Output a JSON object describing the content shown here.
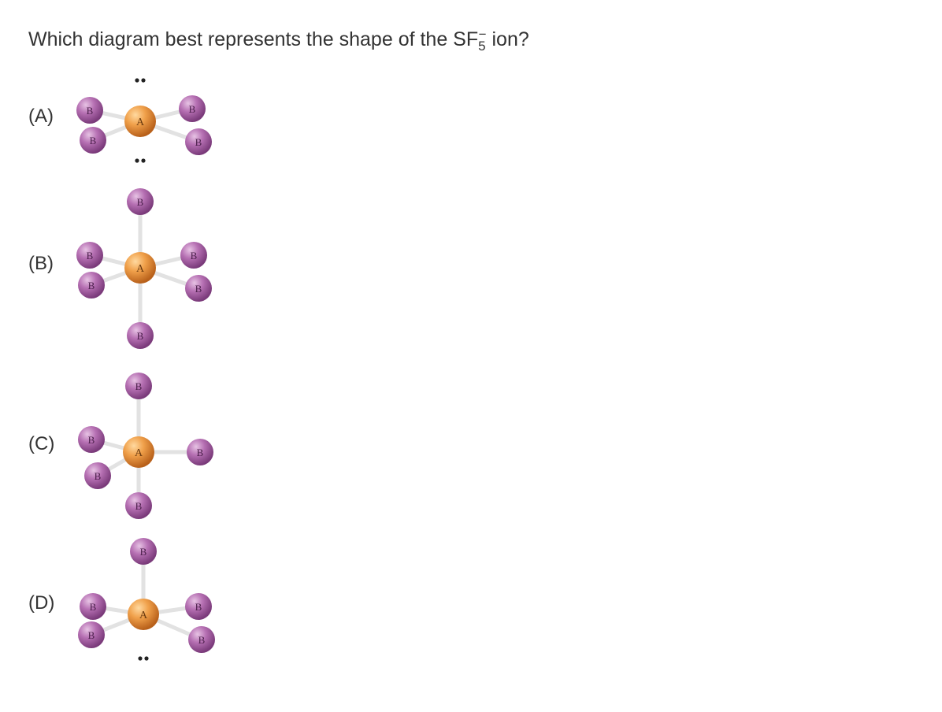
{
  "question": {
    "prefix": "Which diagram best represents the shape of the SF",
    "subscript": "5",
    "superscript": "−",
    "suffix": " ion?"
  },
  "atoms": {
    "central_label": "A",
    "outer_label": "B"
  },
  "options": [
    {
      "label": "(A)",
      "geometry": "square planar with two lone pairs",
      "lone_pairs": 2
    },
    {
      "label": "(B)",
      "geometry": "octahedral",
      "lone_pairs": 0
    },
    {
      "label": "(C)",
      "geometry": "trigonal bipyramidal",
      "lone_pairs": 0
    },
    {
      "label": "(D)",
      "geometry": "square pyramidal with one lone pair",
      "lone_pairs": 1
    }
  ],
  "colors": {
    "central_atom": "#e8922e",
    "outer_atom": "#a45aa4",
    "bond": "#e4e4e4",
    "text": "#333333",
    "lone_pair": "#222222"
  }
}
